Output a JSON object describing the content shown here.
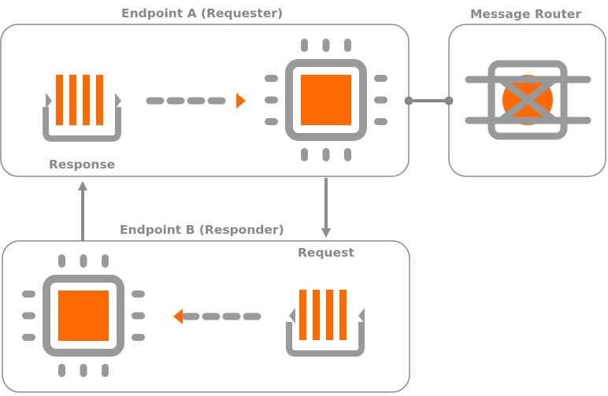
{
  "labels": {
    "endpoint_a": "Endpoint A (Requester)",
    "message_router": "Message Router",
    "response": "Response",
    "endpoint_b": "Endpoint B (Responder)",
    "request": "Request"
  },
  "colors": {
    "accent": "#FF6A00",
    "gray": "#999999",
    "border": "#8C8C8C",
    "text": "#888888"
  },
  "icons": [
    "queue-icon",
    "processor-chip-icon",
    "message-router-icon",
    "arrow-icon"
  ]
}
